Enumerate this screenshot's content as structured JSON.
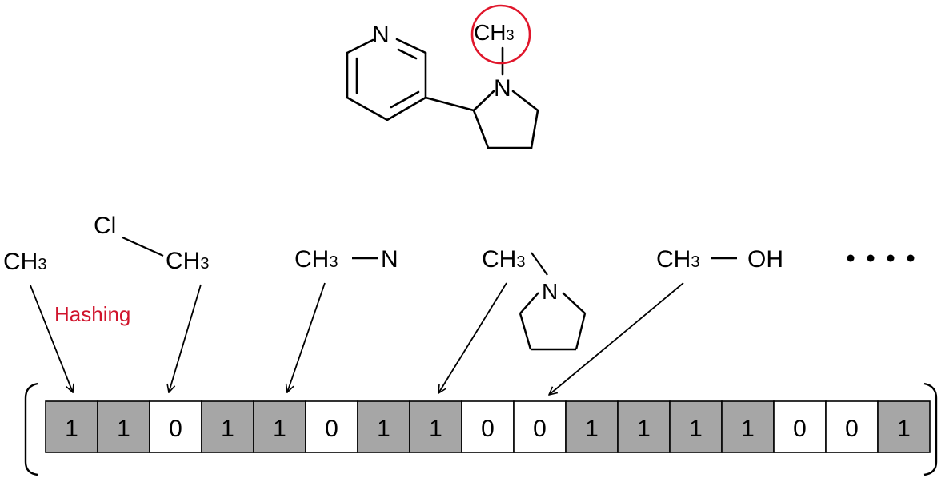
{
  "molecule": {
    "ring_atom_n": "N",
    "methyl_group": "CH",
    "methyl_subscript": "3",
    "pyrrolidine_n": "N",
    "highlight_color": "#e0162b"
  },
  "annotation": {
    "hashing_label": "Hashing",
    "hashing_color": "#d0142c"
  },
  "fragments": {
    "ch3_main": "CH",
    "sub3": "3",
    "cl": "Cl",
    "n": "N",
    "oh": "OH",
    "dash": "—",
    "ellipsis": "• • • •"
  },
  "bit_vector": {
    "values": [
      "1",
      "1",
      "0",
      "1",
      "1",
      "0",
      "1",
      "1",
      "0",
      "0",
      "1",
      "1",
      "1",
      "1",
      "0",
      "0",
      "1"
    ],
    "set_fill": "#a6a6a6",
    "unset_fill": "#ffffff"
  }
}
